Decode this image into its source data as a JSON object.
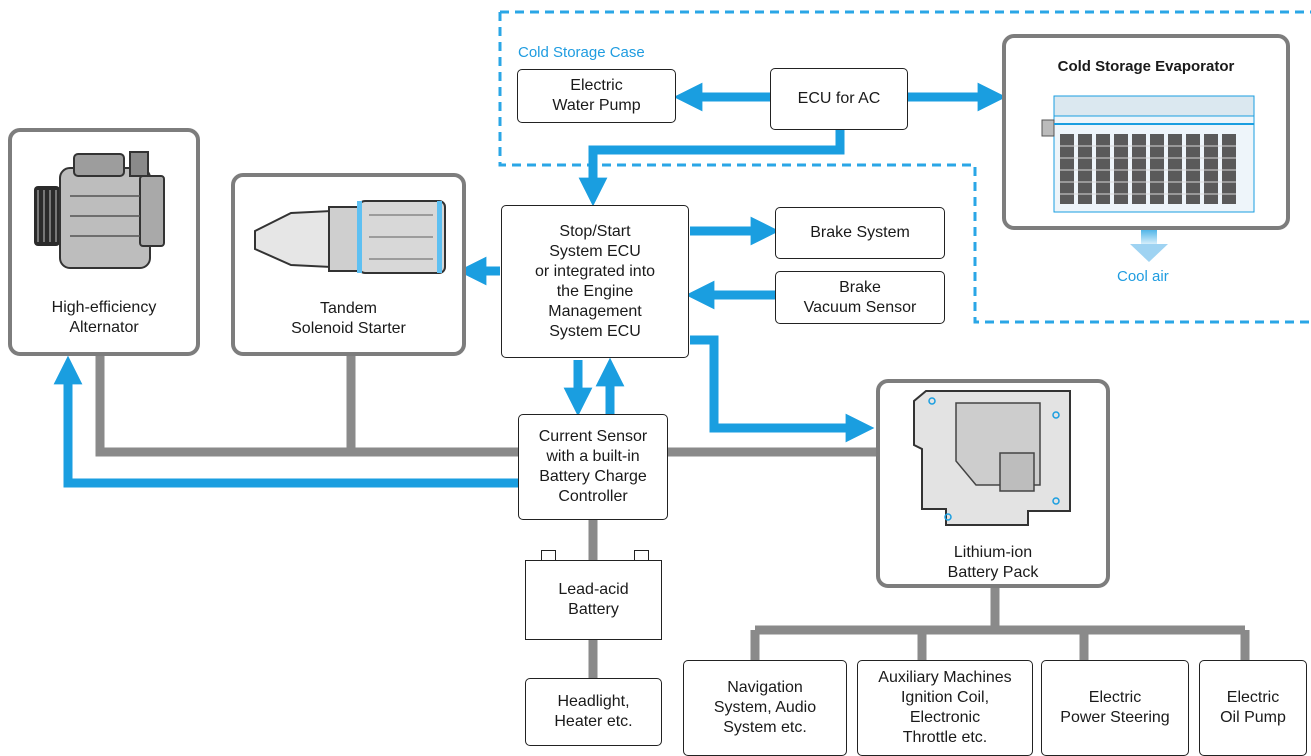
{
  "colors": {
    "arrow": "#1a9ee0",
    "wire": "#8a8a8a",
    "frame_border": "#7d7d7d",
    "dashed_border": "#2aa6e6",
    "label_blue": "#1f9ce0"
  },
  "cold_storage": {
    "case_label": "Cold Storage Case",
    "evaporator_title": "Cold Storage Evaporator",
    "cool_air_label": "Cool air"
  },
  "nodes": {
    "electric_water_pump": "Electric\nWater Pump",
    "ecu_for_ac": "ECU for AC",
    "stop_start_ecu": "Stop/Start\nSystem ECU\nor integrated into\nthe Engine\nManagement\nSystem ECU",
    "brake_system": "Brake System",
    "brake_vacuum_sensor": "Brake\nVacuum Sensor",
    "current_sensor": "Current Sensor\nwith a built-in\nBattery Charge\nController",
    "lead_acid_battery": "Lead-acid\nBattery",
    "headlight_heater": "Headlight,\nHeater etc.",
    "navigation_audio": "Navigation\nSystem, Audio\nSystem etc.",
    "auxiliary_machines": "Auxiliary Machines\nIgnition Coil,\nElectronic\nThrottle etc.",
    "electric_power_steering": "Electric\nPower Steering",
    "electric_oil_pump": "Electric\nOil Pump"
  },
  "components": {
    "alternator_label": "High-efficiency\nAlternator",
    "starter_label": "Tandem\nSolenoid Starter",
    "lithium_pack_label": "Lithium-ion\nBattery Pack"
  }
}
